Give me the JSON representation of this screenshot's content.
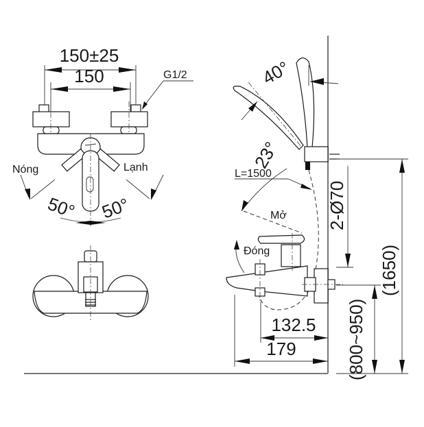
{
  "front_view": {
    "dim_outer": "150±25",
    "dim_inner": "150",
    "thread_label": "G1/2",
    "hot_label": "Nóng",
    "cold_label": "Lạnh",
    "angle_left": "50°",
    "angle_right": "50°"
  },
  "side_view": {
    "shower_tilt_angle": "40°",
    "hose_length": "L=1500",
    "lever_angle": "23°",
    "open_label": "Mở",
    "close_label": "Đóng",
    "dim_spout_inner": "132.5",
    "dim_spout_outer": "179",
    "dim_slide_rail": "2-Ø70",
    "dim_install_height": "(800~950)",
    "dim_total_height": "(1650)"
  },
  "colors": {
    "line": "#1a1a1a",
    "wall": "#777777",
    "background": "#ffffff"
  }
}
